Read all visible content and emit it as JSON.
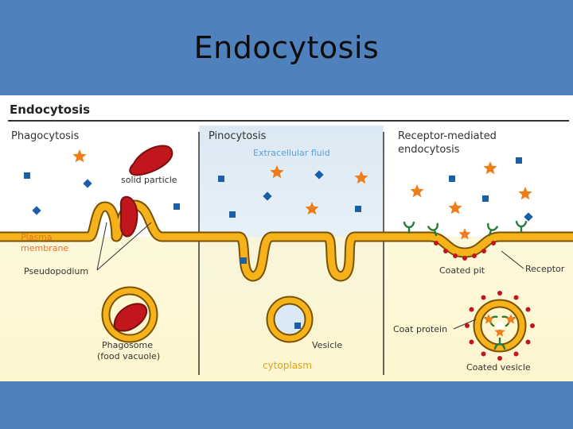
{
  "slide": {
    "title": "Endocytosis"
  },
  "figure": {
    "heading": "Endocytosis",
    "sections": {
      "phagocytosis": "Phagocytosis",
      "pinocytosis": "Pinocytosis",
      "receptor_line1": "Receptor-mediated",
      "receptor_line2": "endocytosis"
    },
    "labels": {
      "extracellular_fluid": "Extracellular fluid",
      "solid_particle": "solid particle",
      "plasma_line1": "Plasma",
      "plasma_line2": "membrane",
      "pseudopodium": "Pseudopodium",
      "phagosome_line1": "Phagosome",
      "phagosome_line2": "(food vacuole)",
      "vesicle": "Vesicle",
      "cytoplasm": "cytoplasm",
      "coated_pit": "Coated pit",
      "receptor": "Receptor",
      "coat_protein": "Coat protein",
      "coated_vesicle": "Coated vesicle"
    },
    "colors": {
      "membrane": "#f5b21b",
      "membrane_edge": "#7a5200",
      "particle": "#c1161c",
      "molecule": "#1a5fa8",
      "ligand": "#ef7d1a",
      "receptor": "#2a7a3a",
      "cytoplasm": "#fdf6cf",
      "fluid": "#dbe9f4",
      "plasma_label": "#e7732a",
      "fluid_label": "#5aa0d8",
      "cytoplasm_label": "#d9a21a"
    }
  }
}
